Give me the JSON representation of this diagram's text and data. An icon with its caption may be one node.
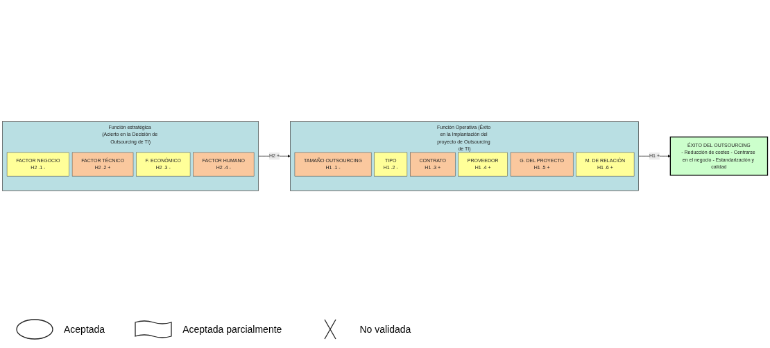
{
  "diagram": {
    "nodes": [
      {
        "text": [
          "Función estratégica (Acierto en la Decisión de Outsourcing de TI)"
        ]
      },
      {
        "text": [
          "FACTOR NEGOCIO",
          "H2 .1 -"
        ],
        "in": 0
      },
      {
        "text": [
          "FACTOR TÉCNICO",
          "H2 .2 +"
        ],
        "in": 0
      },
      {
        "text": [
          "F. ECONÓMICO",
          "H2 .3 -"
        ],
        "in": 0
      },
      {
        "text": [
          "FACTOR HUMANO",
          "H2 .4 -"
        ],
        "in": 0
      },
      {
        "text": [
          "Función Operativa (Éxito en la Implantación del proyecto de Outsourcing de TI)"
        ]
      },
      {
        "text": [
          "TAMAÑO OUTSOURCING",
          "H1 .1 -"
        ],
        "in": 5
      },
      {
        "text": [
          "TIPO",
          "H1 .2 -"
        ],
        "in": 5
      },
      {
        "text": [
          "CONTRATO",
          "H1 .3 +"
        ],
        "in": 5
      },
      {
        "text": [
          "PROVEEDOR",
          "H1 .4 +"
        ],
        "in": 5
      },
      {
        "text": [
          "G. DEL PROYECTO",
          "H1 .5 +"
        ],
        "in": 5
      },
      {
        "text": [
          "M. DE RELACIÓN",
          "H1 .6 +"
        ],
        "in": 5
      },
      {
        "text": [
          "ÉXITO DEL OUTSOURCING",
          "- Reducción de costes - Centrarse en el negocio - Estandarización y calidad"
        ]
      }
    ],
    "edges": [
      {
        "from": 0,
        "to": 5,
        "arrow": "to",
        "label": "H2 +"
      },
      {
        "from": 5,
        "to": 12,
        "arrow": "to",
        "label": "H1 +"
      }
    ],
    "legend": [
      {
        "text": "Aceptada"
      },
      {
        "text": "Aceptada parcialmente"
      },
      {
        "text": "No validada"
      }
    ]
  }
}
